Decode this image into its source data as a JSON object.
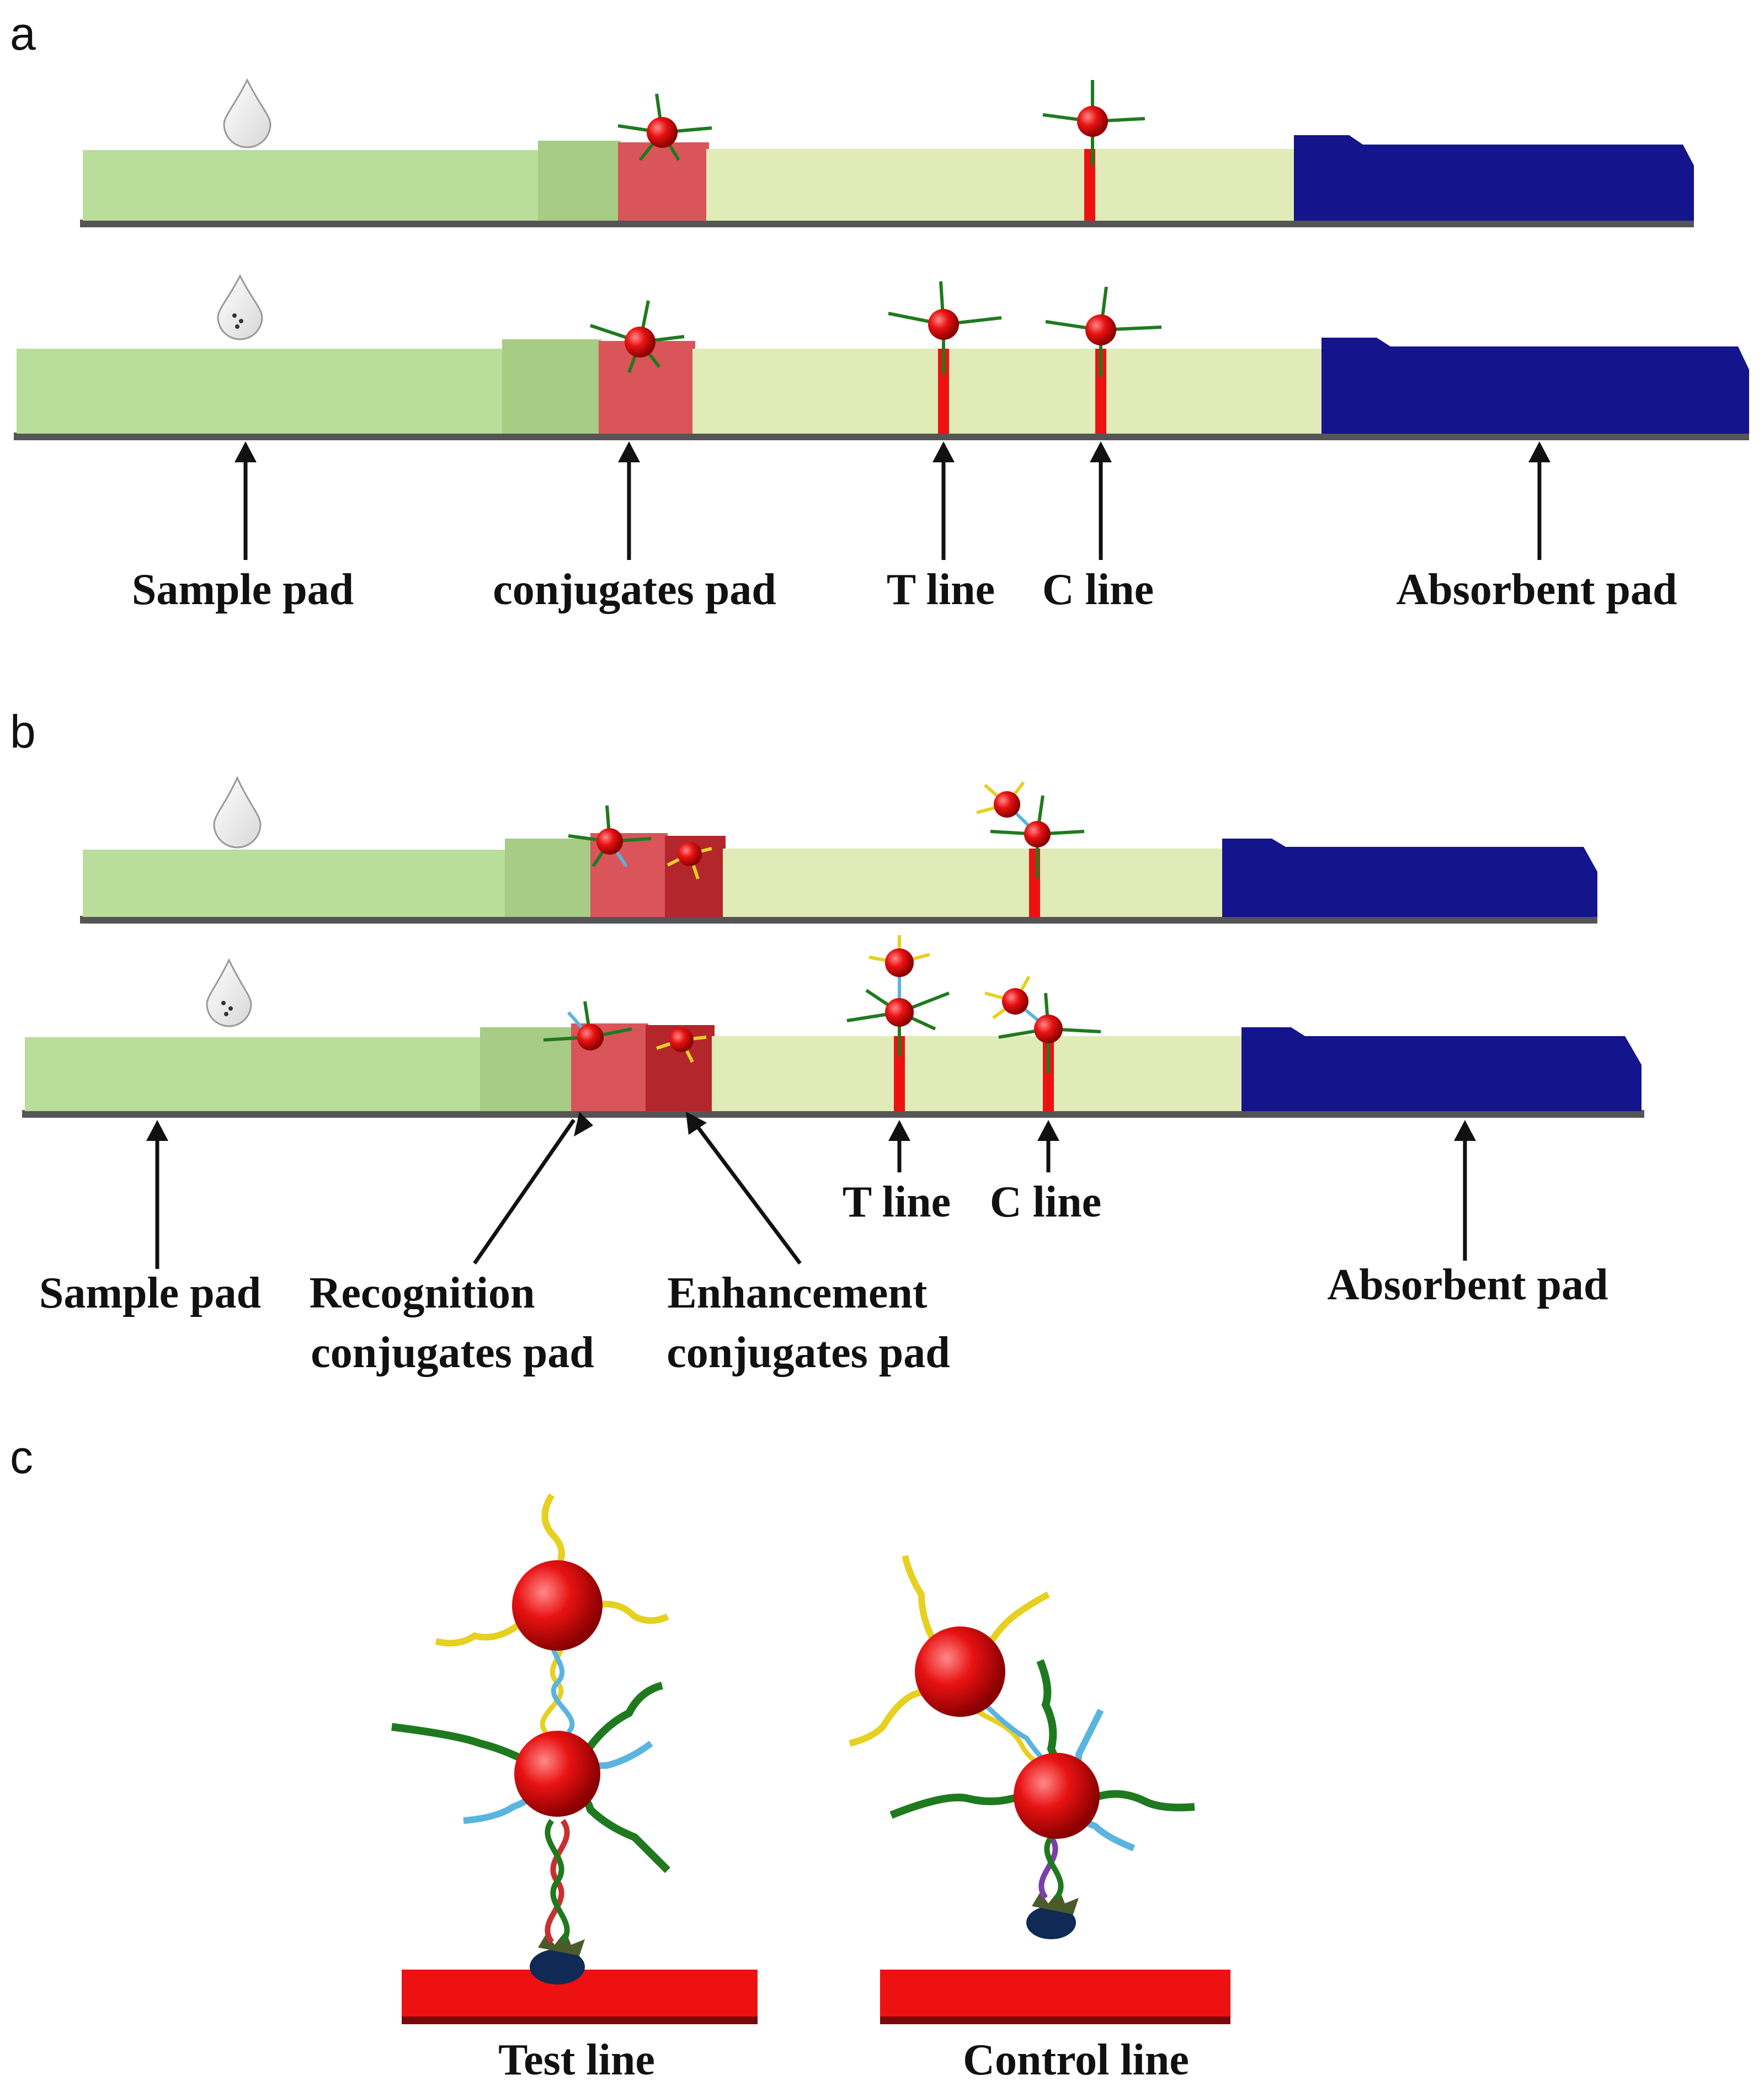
{
  "panels": {
    "a": {
      "letter": "a",
      "labels": {
        "sample_pad": "Sample pad",
        "conjugates_pad": "conjugates pad",
        "t_line": "T line",
        "c_line": "C line",
        "absorbent_pad": "Absorbent pad"
      }
    },
    "b": {
      "letter": "b",
      "labels": {
        "sample_pad": "Sample pad",
        "recognition_line1": "Recognition",
        "recognition_line2": "conjugates pad",
        "enhancement_line1": "Enhancement",
        "enhancement_line2": "conjugates pad",
        "t_line": "T line",
        "c_line": "C line",
        "absorbent_pad": "Absorbent pad"
      }
    },
    "c": {
      "letter": "c",
      "labels": {
        "test_line": "Test line",
        "control_line": "Control line"
      }
    }
  },
  "colors": {
    "sample_pad": "#b9dd9a",
    "membrane": "#e0ebb8",
    "conjugate_pad": "#d9555a",
    "enhancement_pad": "#b3262b",
    "absorbent_pad": "#14148c",
    "line": "#ee1111",
    "backing": "#555555",
    "nanoparticle": "#e01010",
    "strand_green": "#1f7a1f",
    "strand_yellow": "#e6d020",
    "strand_blue": "#5ab4e0"
  }
}
